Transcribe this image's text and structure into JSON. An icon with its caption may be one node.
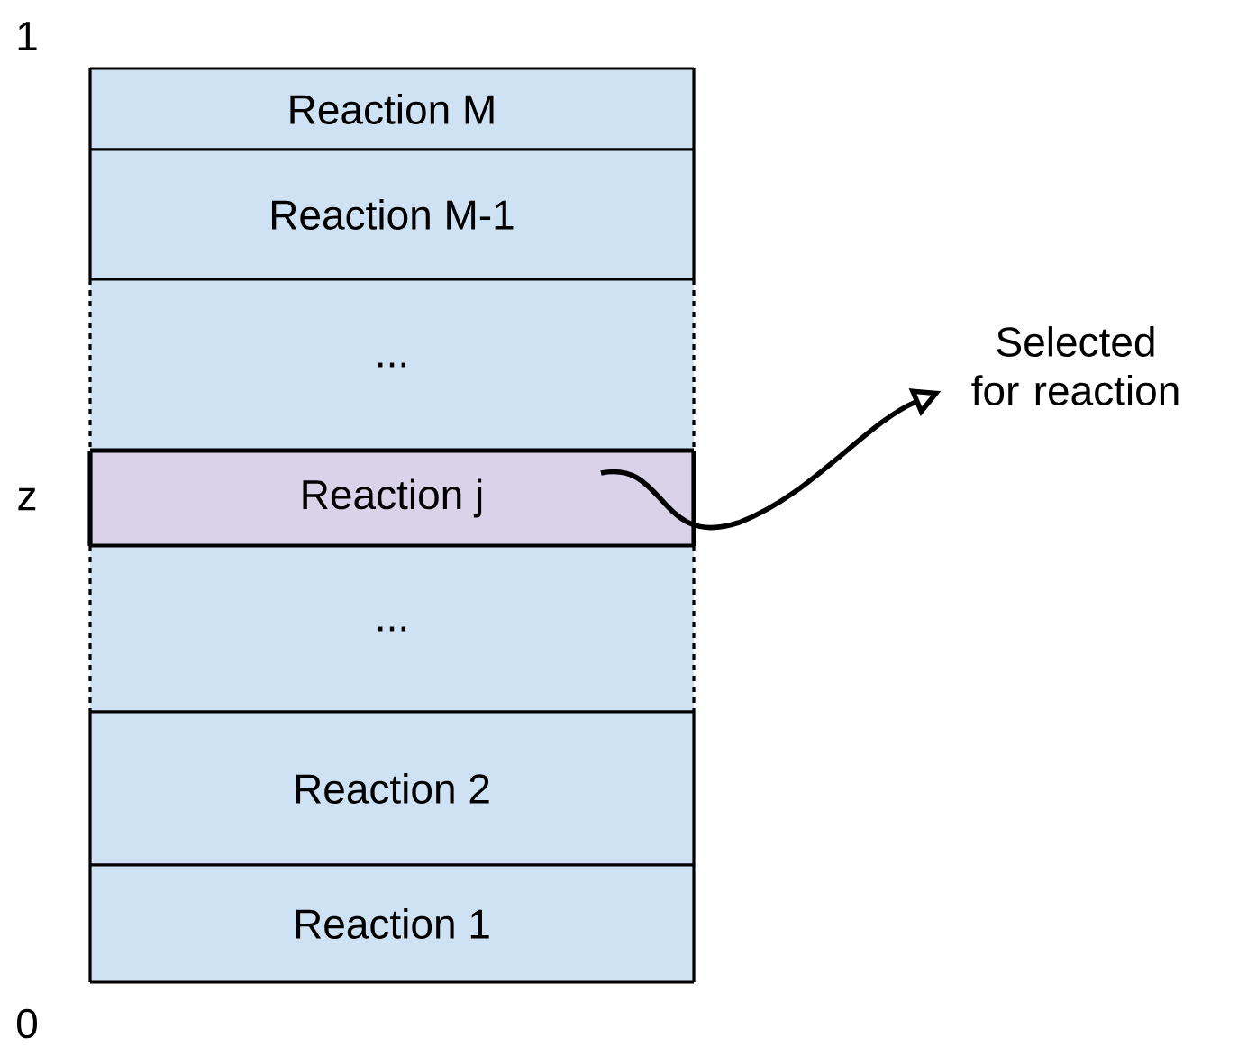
{
  "diagram": {
    "nodes": [
      {
        "text": [
          "Reaction M"
        ]
      },
      {
        "text": [
          "Reaction M-1"
        ]
      },
      {
        "text": [
          "..."
        ]
      },
      {
        "text": [
          "Reaction j"
        ]
      },
      {
        "text": [
          "..."
        ]
      },
      {
        "text": [
          "Reaction 2"
        ]
      },
      {
        "text": [
          "Reaction 1"
        ]
      },
      {
        "text": [
          "Selected for reaction"
        ]
      }
    ],
    "edges": [
      {
        "from": 3,
        "to": 7,
        "arrow": "to"
      }
    ],
    "labels": [
      "1",
      "z",
      "0"
    ]
  }
}
